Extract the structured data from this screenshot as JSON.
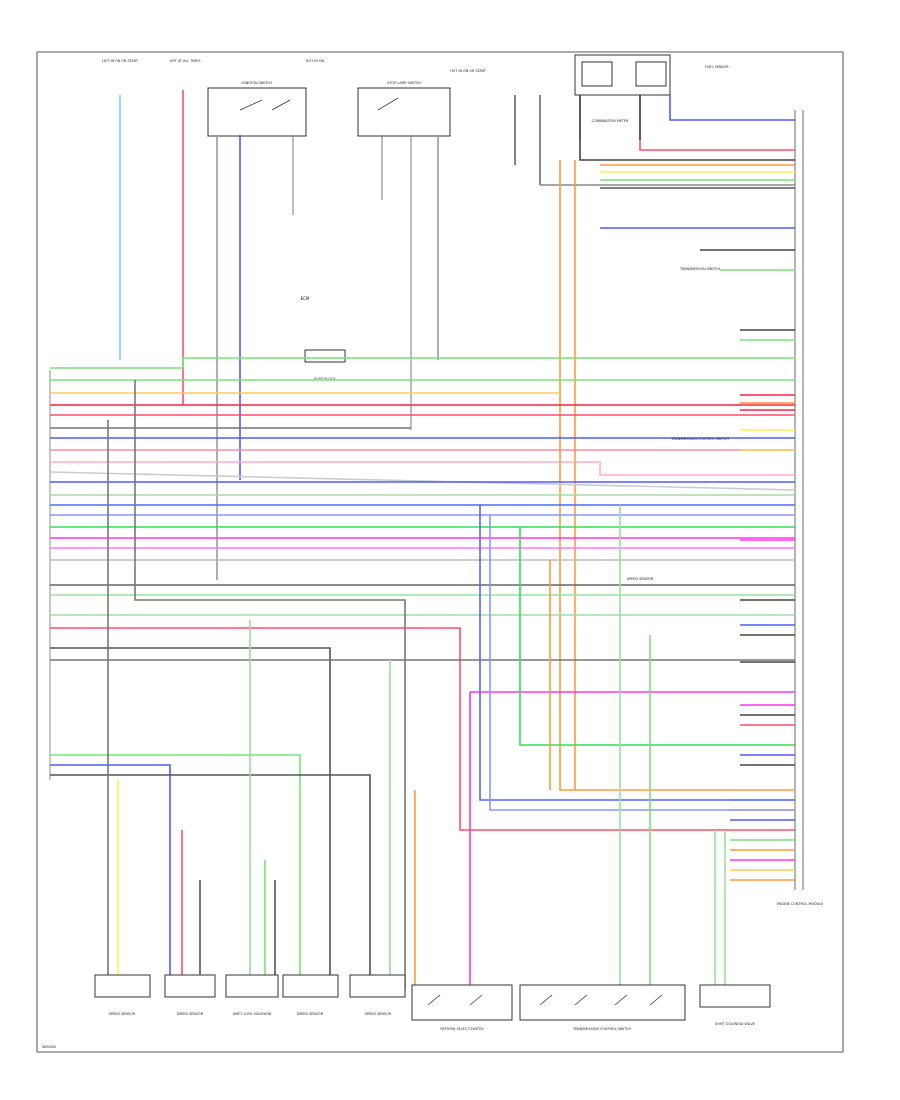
{
  "diagram": {
    "footer_code": "W00000",
    "components": {
      "tcm": "ENGINE CONTROL MODULE",
      "ecm_body": "ECM",
      "ign_switch": "IGNITION SWITCH",
      "stop_relay": "STOP LAMP SWITCH",
      "fuse_block": "FUSE BLOCK",
      "fuse_box_left": "HOT IN ON OR START",
      "fuse_box_mid": "HOT AT ALL TIMES",
      "fuse_box_right": "HOT IN ON",
      "fuse_box_far": "HOT IN ON OR START",
      "indicator_gauge": "COMBINATION METER",
      "dual_sensor": "FUEL SENSOR",
      "trans_switch_1": "TRANSMISSION SWITCH",
      "trans_switch_2": "TRANSMISSION CONTROL SWITCH",
      "sensor_1": "SPEED SENSOR",
      "sensor_2": "SPEED SENSOR",
      "sensor_3": "SPEED SENSOR",
      "sensor_4": "SPEED SENSOR",
      "sensor_5": "SPEED SENSOR",
      "shift_lock": "SHIFT LOCK SOLENOID",
      "pattern_select": "PATTERN SELECT SWITCH",
      "trans_control": "TRANSMISSION CONTROL SWITCH",
      "solenoid_block": "SHIFT SOLENOID VALVE"
    }
  }
}
